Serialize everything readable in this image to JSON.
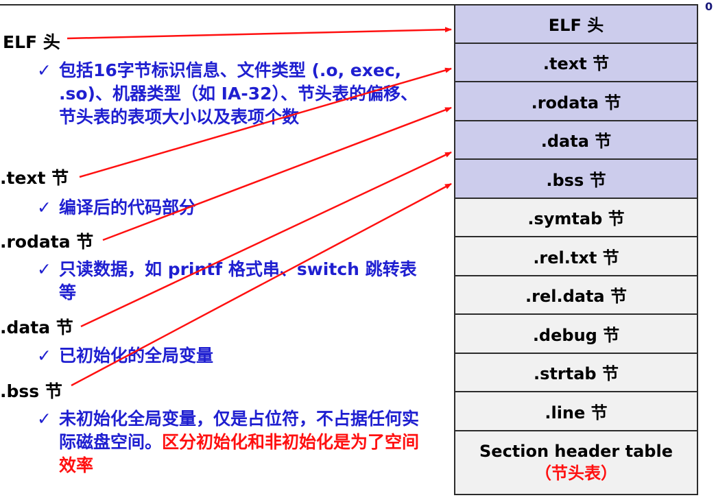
{
  "corner_label": "0",
  "left": {
    "elf_head": {
      "title": "ELF 头",
      "bullet": "包括16字节标识信息、文件类型 (.o, exec, .so)、机器类型（如 IA-32）、节头表的偏移、节头表的表项大小以及表项个数"
    },
    "text": {
      "title": ".text 节",
      "bullet": "编译后的代码部分"
    },
    "rodata": {
      "title": ".rodata 节",
      "bullet": "只读数据，如 printf 格式串、switch 跳转表等"
    },
    "data": {
      "title": ".data 节",
      "bullet": "已初始化的全局变量"
    },
    "bss": {
      "title": ".bss 节",
      "bullet": "未初始化全局变量，仅是占位符，不占据任何实际磁盘空间。",
      "bullet_red": "区分初始化和非初始化是为了空间效率"
    },
    "check": "✓"
  },
  "table": {
    "rows": [
      ".ELF 头",
      ".text 节",
      ".rodata 节",
      ".data 节",
      ".bss 节",
      ".symtab 节",
      ".rel.txt 节",
      ".rel.data 节",
      ".debug 节",
      ".strtab 节",
      ".line 节"
    ],
    "last_row": {
      "line1": "Section header table",
      "line2": "（节头表）"
    }
  },
  "colors": {
    "highlight_cell": "#ccccec",
    "plain_cell": "#f1f1f1",
    "arrow": "#ff1010",
    "bullet_text": "#1f1fd0"
  }
}
